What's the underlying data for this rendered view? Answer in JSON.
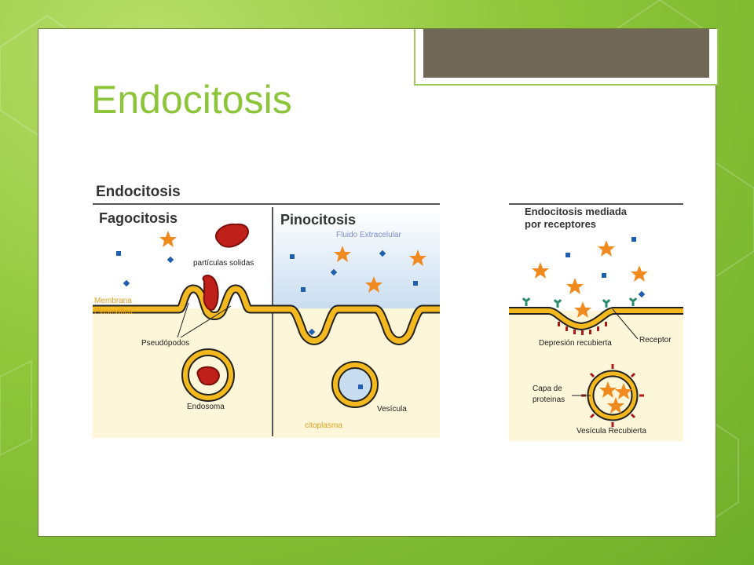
{
  "slide": {
    "title": "Endocitosis"
  },
  "diagram_main": {
    "heading": "Endocitosis",
    "fagocitosis": {
      "heading": "Fagocitosis",
      "label_particles": "partículas solidas",
      "label_membrane_1": "Membrana",
      "label_membrane_2": "Plasmatica",
      "label_pseudopods": "Pseudópodos",
      "label_endosome": "Endosoma"
    },
    "pinocitosis": {
      "heading": "Pinocitosis",
      "label_fluid": "Fluido Extracelular",
      "label_vesicle": "Vesícula",
      "label_cytoplasm": "citoplasma"
    }
  },
  "diagram_receptor": {
    "heading_1": "Endocitosis mediada",
    "heading_2": "por receptores",
    "label_receptor": "Receptor",
    "label_coated_pit": "Depresión recubierta",
    "label_protein_coat_1": "Capa de",
    "label_protein_coat_2": "proteinas",
    "label_coated_vesicle": "Vesícula Recubierta"
  },
  "colors": {
    "accent_green": "#8cc43a",
    "membrane": "#f3b91e",
    "membrane_outline": "#222222",
    "particle": "#c0201a",
    "molecule_blue": "#1f5fb0",
    "molecule_orange": "#f08a1e",
    "fluid": "#c9ddf0",
    "cytoplasm": "#fdf6d8"
  }
}
